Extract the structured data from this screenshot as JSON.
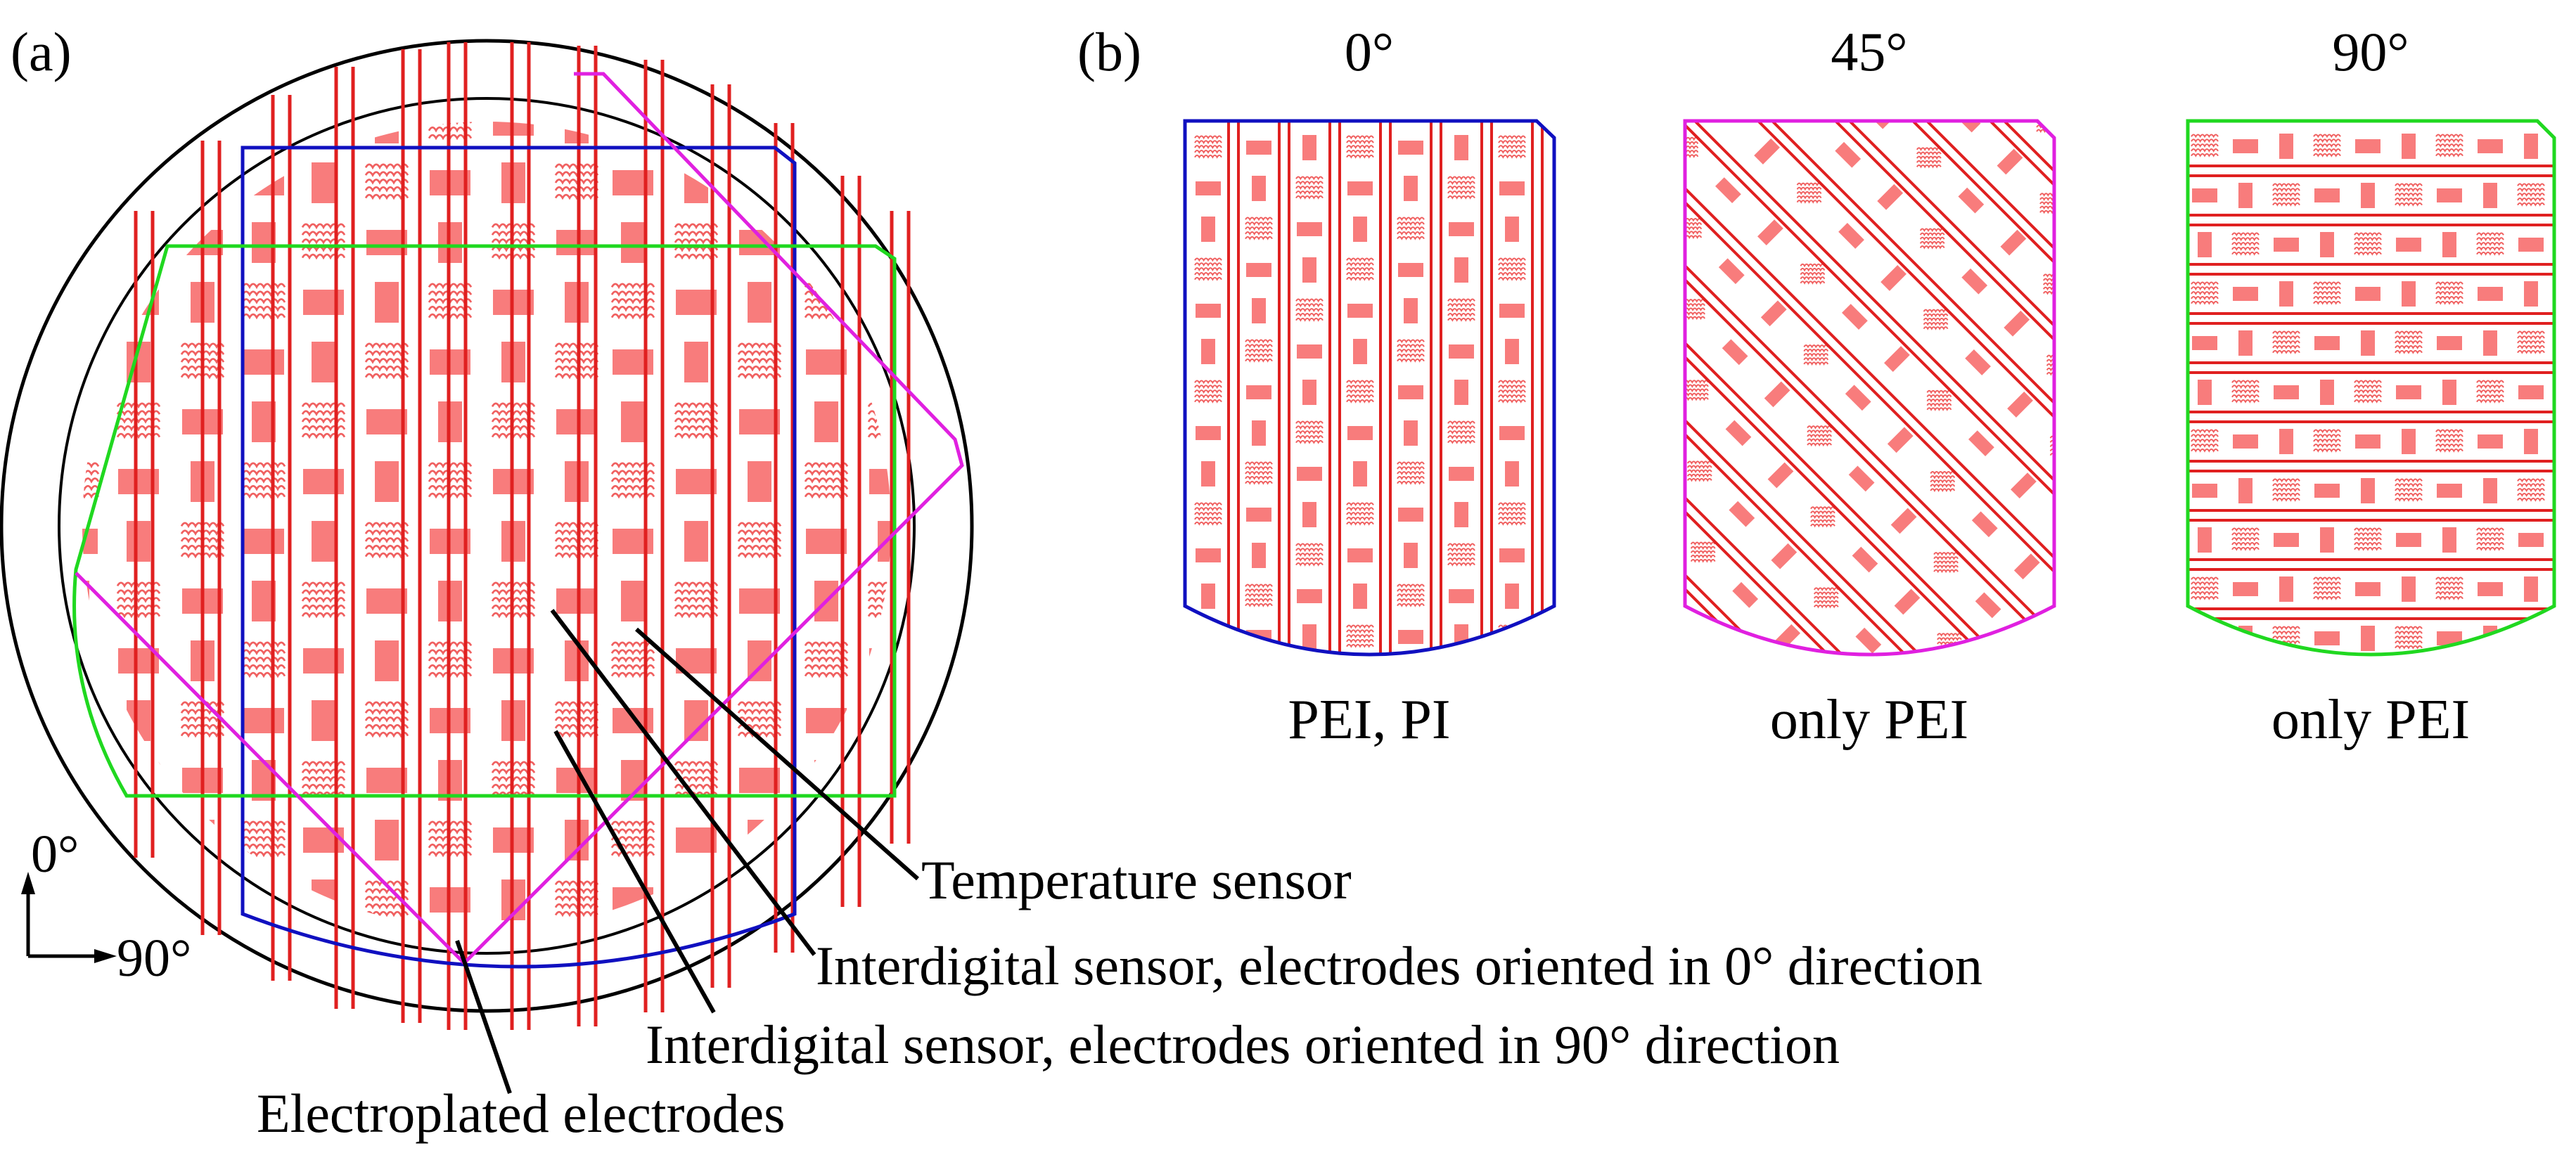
{
  "panel_a": {
    "label": "(a)",
    "annotations": {
      "temperature_sensor": "Temperature sensor",
      "ids_0deg": "Interdigital sensor, electrodes oriented in 0° direction",
      "ids_90deg": "Interdigital sensor, electrodes oriented in 90° direction",
      "electroplated": "Electroplated electrodes"
    },
    "axis": {
      "up_label": "0°",
      "right_label": "90°"
    },
    "outline_colors": {
      "zero_deg": "#1010c0",
      "forty_five_deg": "#e020e0",
      "ninety_deg": "#20d820"
    }
  },
  "panel_b": {
    "label": "(b)",
    "samples": [
      {
        "angle": "0°",
        "caption": "PEI, PI",
        "outline_color": "#1010c0"
      },
      {
        "angle": "45°",
        "caption": "only PEI",
        "outline_color": "#e020e0"
      },
      {
        "angle": "90°",
        "caption": "only PEI",
        "outline_color": "#20d820"
      }
    ]
  },
  "colors": {
    "electrode": "#e02020",
    "sensor_fill": "#f87c7c",
    "temp_sensor_stroke": "#f06060",
    "wafer_outline": "#000000"
  }
}
